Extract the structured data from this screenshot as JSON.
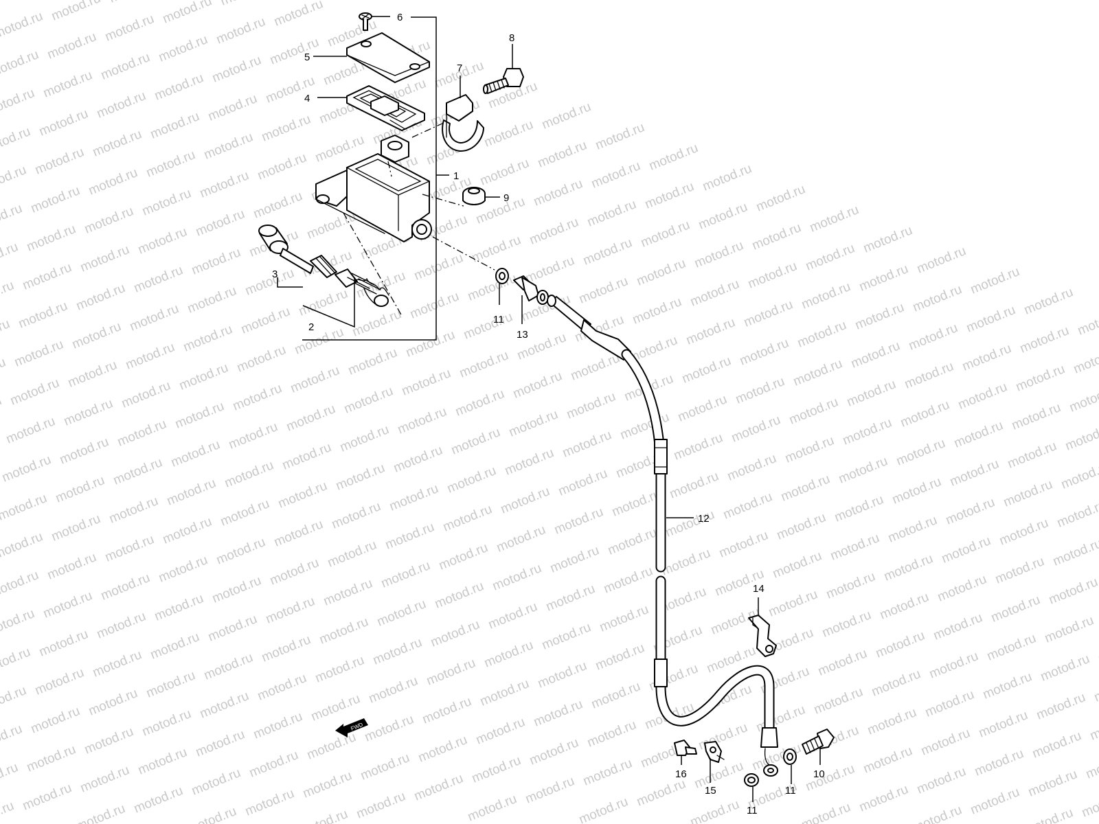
{
  "watermark": {
    "text": "motod.ru",
    "color": "#c8c8c8"
  },
  "fwd_badge": {
    "text": "FWD"
  },
  "callouts": [
    {
      "id": "c1",
      "text": "1"
    },
    {
      "id": "c2",
      "text": "2"
    },
    {
      "id": "c3",
      "text": "3"
    },
    {
      "id": "c4",
      "text": "4"
    },
    {
      "id": "c5",
      "text": "5"
    },
    {
      "id": "c6",
      "text": "6"
    },
    {
      "id": "c7",
      "text": "7"
    },
    {
      "id": "c8",
      "text": "8"
    },
    {
      "id": "c9",
      "text": "9"
    },
    {
      "id": "c10",
      "text": "10"
    },
    {
      "id": "c11a",
      "text": "11"
    },
    {
      "id": "c11b",
      "text": "11"
    },
    {
      "id": "c11c",
      "text": "11"
    },
    {
      "id": "c12",
      "text": "12"
    },
    {
      "id": "c13",
      "text": "13"
    },
    {
      "id": "c14",
      "text": "14"
    },
    {
      "id": "c15",
      "text": "15"
    },
    {
      "id": "c16",
      "text": "16"
    }
  ]
}
